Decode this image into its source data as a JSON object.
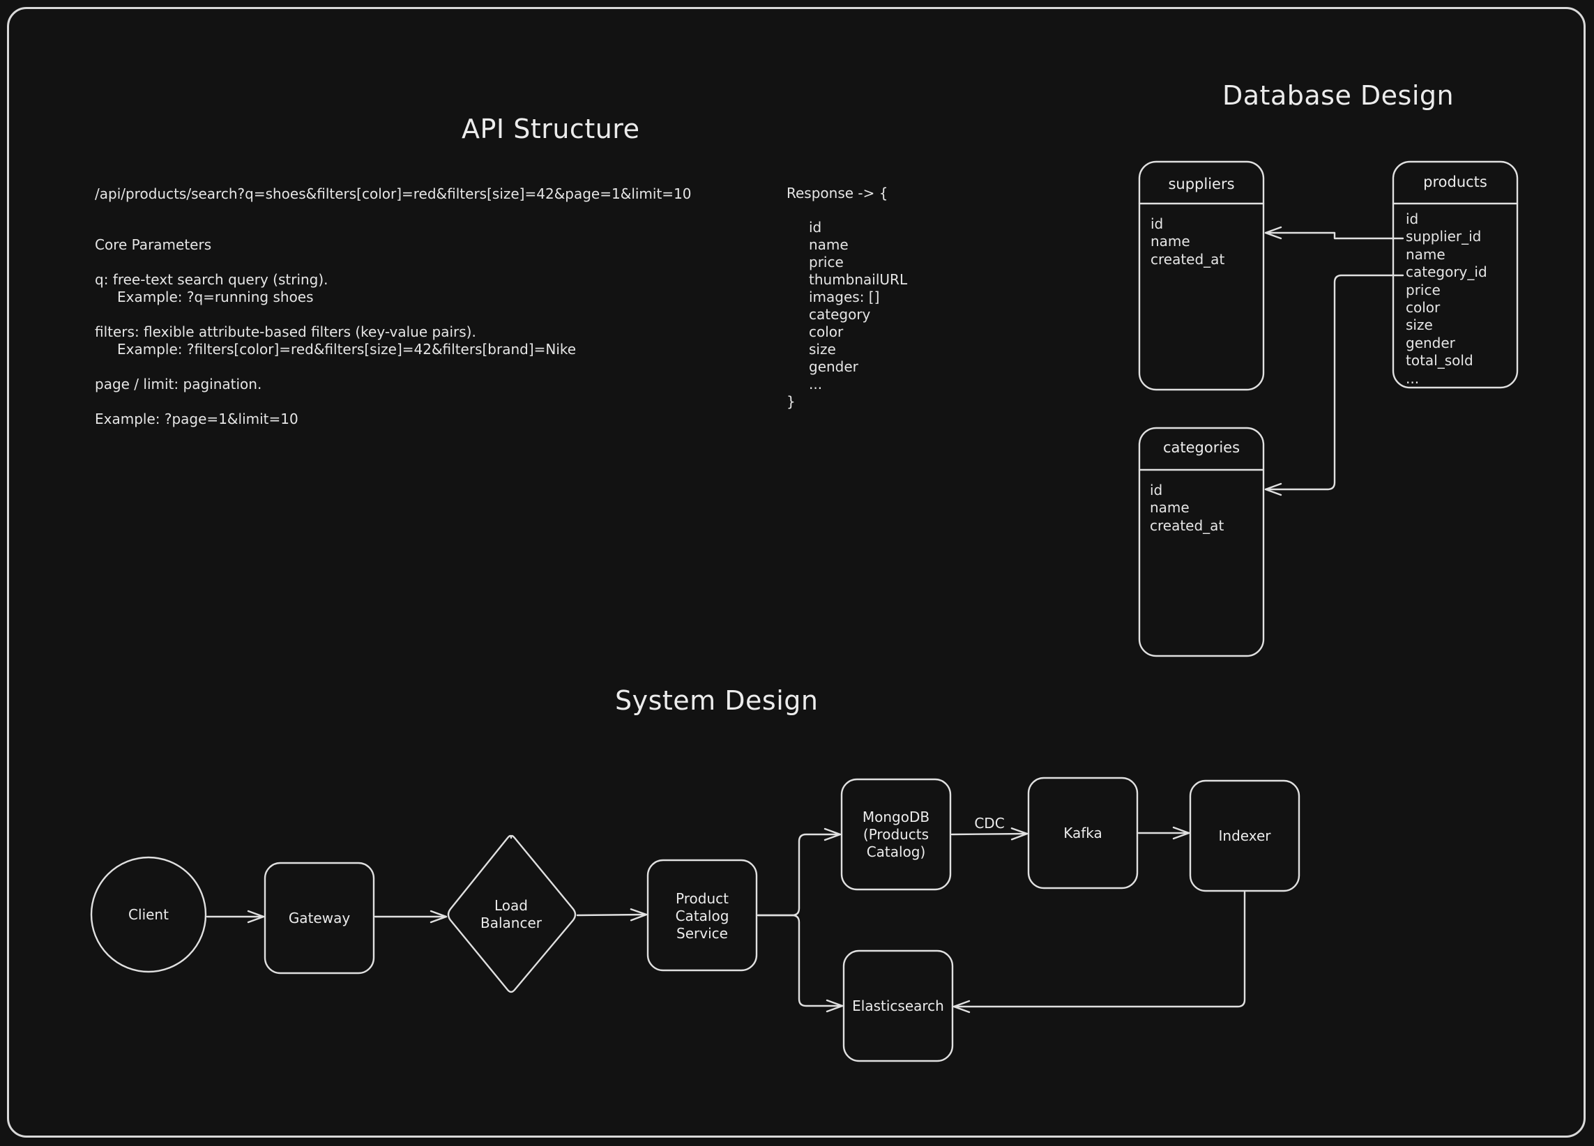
{
  "headings": {
    "api": "API Structure",
    "database": "Database Design",
    "system": "System Design"
  },
  "api": {
    "endpoint": "/api/products/search?q=shoes&filters[color]=red&filters[size]=42&page=1&limit=10",
    "core_title": "Core Parameters",
    "q_desc": "q: free-text search query (string).",
    "q_example": "Example: ?q=running shoes",
    "filters_desc": "filters: flexible attribute-based filters (key-value pairs).",
    "filters_example": "Example: ?filters[color]=red&filters[size]=42&filters[brand]=Nike",
    "page_desc": "page / limit: pagination.",
    "page_example": "Example: ?page=1&limit=10"
  },
  "response": {
    "open": "Response -> {",
    "fields": [
      "id",
      "name",
      "price",
      "thumbnailURL",
      "images: []",
      "category",
      "color",
      "size",
      "gender",
      "..."
    ],
    "close": "}"
  },
  "tables": {
    "suppliers": {
      "title": "suppliers",
      "fields": [
        "id",
        "name",
        "created_at"
      ]
    },
    "products": {
      "title": "products",
      "fields": [
        "id",
        "supplier_id",
        "name",
        "category_id",
        "price",
        "color",
        "size",
        "gender",
        "total_sold",
        "..."
      ]
    },
    "categories": {
      "title": "categories",
      "fields": [
        "id",
        "name",
        "created_at"
      ]
    }
  },
  "system": {
    "client": "Client",
    "gateway": "Gateway",
    "load_balancer": "Load\nBalancer",
    "product_catalog": "Product\nCatalog\nService",
    "mongodb": "MongoDB\n(Products\nCatalog)",
    "cdc": "CDC",
    "kafka": "Kafka",
    "indexer": "Indexer",
    "elasticsearch": "Elasticsearch"
  },
  "colors": {
    "background": "#121212",
    "stroke": "#e0e0e0",
    "text": "#e6e6e6"
  }
}
